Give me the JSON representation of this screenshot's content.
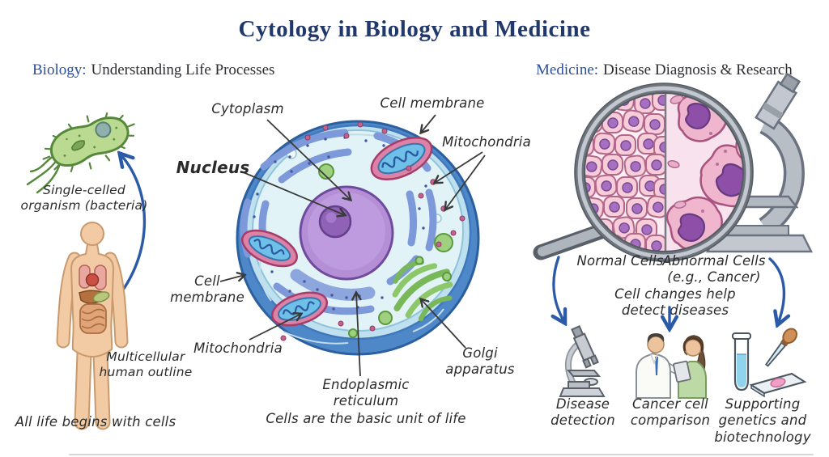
{
  "title": "Cytology in Biology and Medicine",
  "biology": {
    "header_term": "Biology:",
    "header_rest": "Understanding Life Processes",
    "bacteria_caption": "Single-celled\norganism (bacteria)",
    "human_caption": "Multicellular\nhuman outline",
    "footer": "All life begins with cells"
  },
  "cell": {
    "labels": {
      "cytoplasm": "Cytoplasm",
      "cell_membrane_top": "Cell membrane",
      "mitochondria_right": "Mitochondria",
      "nucleus": "Nucleus",
      "cell_membrane_left": "Cell\nmembrane",
      "mitochondria_left": "Mitochondria",
      "endoplasmic_reticulum": "Endoplasmic\nreticulum",
      "golgi_apparatus": "Golgi\napparatus"
    },
    "caption": "Cells are the basic unit of life"
  },
  "medicine": {
    "header_term": "Medicine:",
    "header_rest": "Disease Diagnosis & Research",
    "normal_cells_label": "Normal Cells",
    "abnormal_cells_label": "Abnormal Cells\n(e.g., Cancer)",
    "note": "Cell changes help detect diseases",
    "icons": [
      {
        "icon": "microscope-icon",
        "caption": "Disease\ndetection"
      },
      {
        "icon": "doctor-patient-icon",
        "caption": "Cancer cell\ncomparison"
      },
      {
        "icon": "lab-tools-icon",
        "caption": "Supporting\ngenetics and\nbiotechnology"
      }
    ]
  },
  "colors": {
    "title_navy": "#21386b",
    "header_blue": "#2b4f9e",
    "arrow_blue": "#2b5ba8",
    "ink": "#2b2b2b",
    "cell_membrane_blue": "#4e88c9",
    "nucleus_purple": "#b48fd6",
    "normal_cell_pink": "#f7cdda",
    "abnormal_cell_pink": "#efb6cd"
  }
}
